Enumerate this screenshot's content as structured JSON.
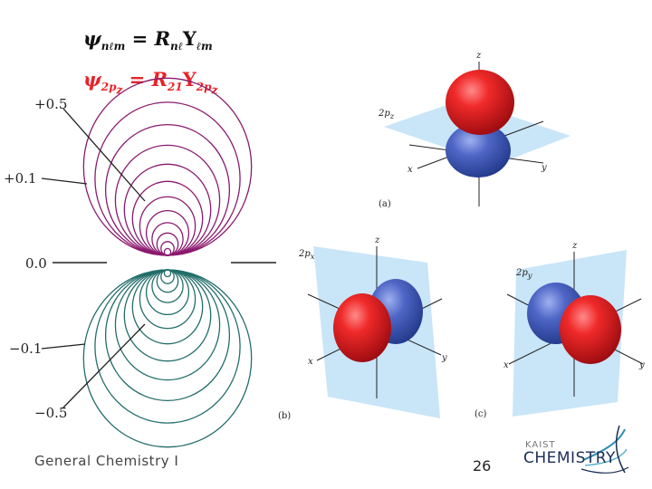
{
  "equations": {
    "general": {
      "psi": "ψ",
      "psi_sub": "nℓm",
      "eq": "=",
      "R": "R",
      "R_sub": "nℓ",
      "Y": "Y",
      "Y_sub": "ℓm"
    },
    "specific": {
      "psi": "ψ",
      "psi_sub": "2p",
      "psi_subsub": "z",
      "eq": "=",
      "R": "R",
      "R_sub": "21",
      "Y": "Y",
      "Y_sub": "2p",
      "Y_subsub": "z"
    }
  },
  "contour_labels": [
    "+0.5",
    "+0.1",
    "0.0",
    "−0.1",
    "−0.5"
  ],
  "panel_a": {
    "orbital": "2p",
    "orbital_sub": "z",
    "axes": [
      "z",
      "x",
      "y"
    ],
    "caption": "(a)"
  },
  "panel_b": {
    "orbital": "2p",
    "orbital_sub": "x",
    "axes": [
      "z",
      "x",
      "y"
    ],
    "caption": "(b)"
  },
  "panel_c": {
    "orbital": "2p",
    "orbital_sub": "y",
    "axes": [
      "z",
      "x",
      "y"
    ],
    "caption": "(c)"
  },
  "footer": {
    "course": "General Chemistry I",
    "page": "26"
  },
  "logo": {
    "line1": "KAIST",
    "line2": "CHEMISTRY"
  },
  "colors": {
    "positive_lobe": "#e3161c",
    "negative_lobe": "#3f58b8",
    "plane": "#bfe0f7",
    "contour_top": "#8a1a6e",
    "contour_bottom": "#236e6a",
    "equation_accent": "#e8232a"
  }
}
